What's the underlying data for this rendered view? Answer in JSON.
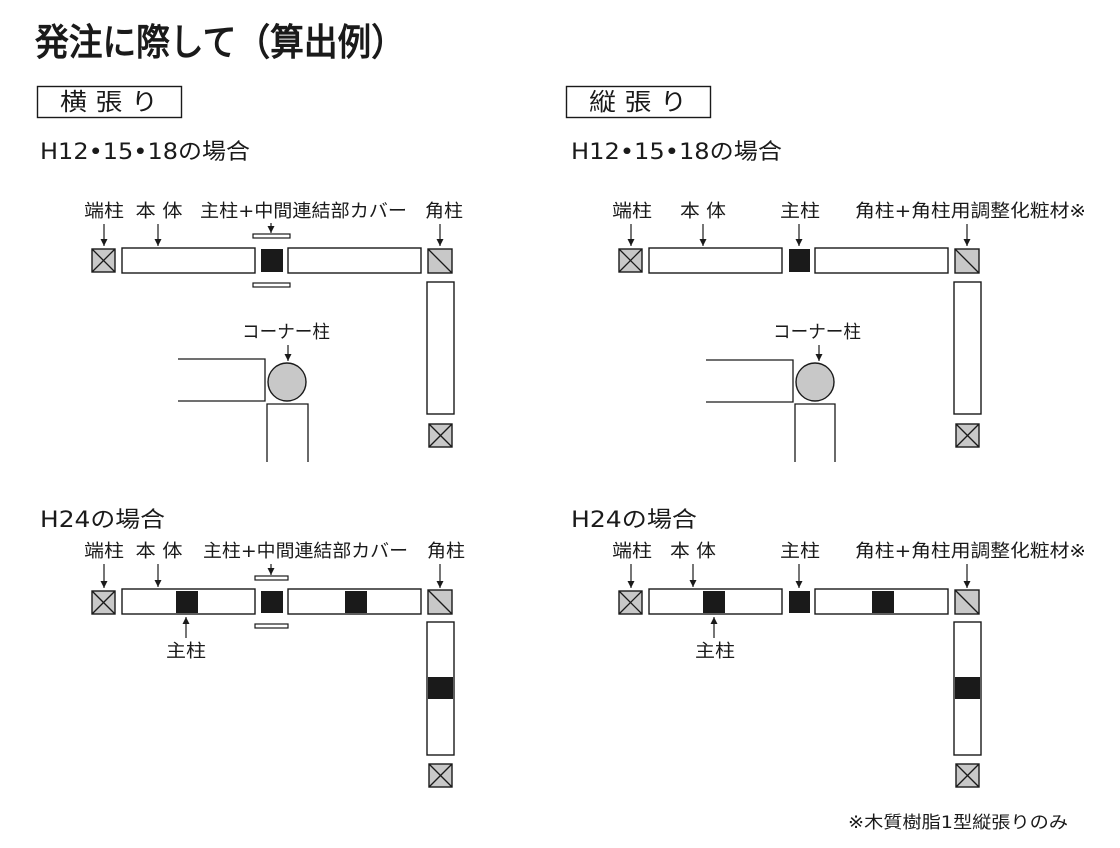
{
  "title": "発注に際して（算出例）",
  "colors": {
    "post_gray": "#c8c8c8",
    "main_post": "#1a1a1a"
  },
  "horizontal": {
    "label": "横 張 り",
    "case_a": {
      "heading": "H12•15•18の場合",
      "end_post": "端柱",
      "body": "本 体",
      "main_post": "主柱+中間連結部カバー",
      "corner_post": "角柱",
      "corner_pillar": "コーナー柱"
    },
    "case_b": {
      "heading": "H24の場合",
      "end_post": "端柱",
      "body": "本 体",
      "main_post": "主柱+中間連結部カバー",
      "corner_post": "角柱",
      "inner_main_post": "主柱"
    }
  },
  "vertical": {
    "label": "縦 張 り",
    "case_a": {
      "heading": "H12•15•18の場合",
      "end_post": "端柱",
      "body": "本 体",
      "main_post": "主柱",
      "corner_post": "角柱+角柱用調整化粧材※",
      "corner_pillar": "コーナー柱"
    },
    "case_b": {
      "heading": "H24の場合",
      "end_post": "端柱",
      "body": "本 体",
      "main_post": "主柱",
      "corner_post": "角柱+角柱用調整化粧材※",
      "inner_main_post": "主柱"
    }
  },
  "footnote": "※木質樹脂1型縦張りのみ"
}
